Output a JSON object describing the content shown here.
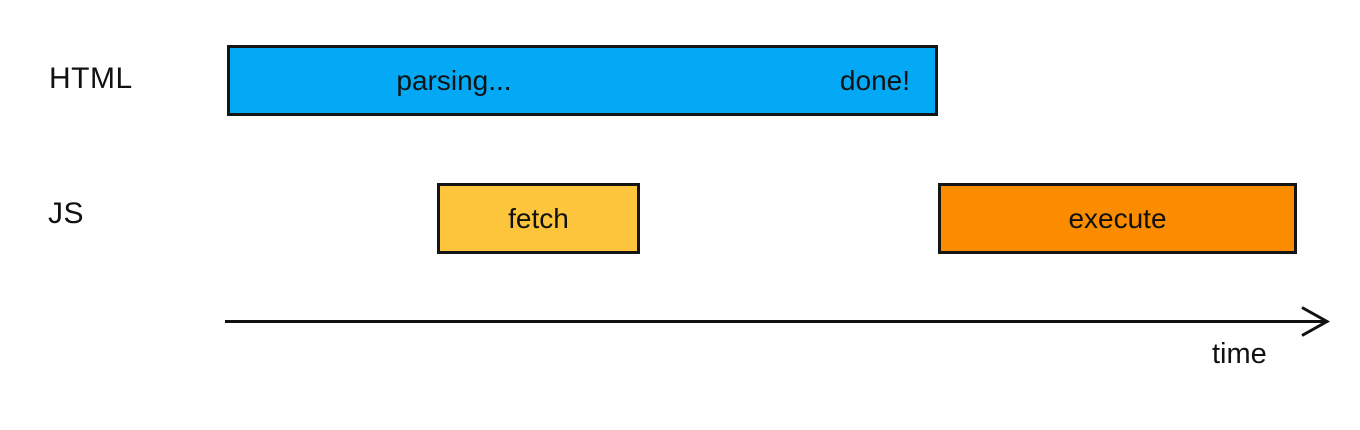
{
  "diagram": {
    "type": "timeline",
    "rows": {
      "html": {
        "label": "HTML"
      },
      "js": {
        "label": "JS"
      }
    },
    "bars": {
      "parsing": {
        "row": "HTML",
        "start_text": "parsing...",
        "end_text": "done!",
        "color": "#03A9F4"
      },
      "fetch": {
        "row": "JS",
        "text": "fetch",
        "color": "#FDC53C"
      },
      "execute": {
        "row": "JS",
        "text": "execute",
        "color": "#FB8C00"
      }
    },
    "axis": {
      "label": "time"
    },
    "colors": {
      "background": "#ffffff",
      "bar_border": "#151515",
      "text": "#111111",
      "axis_line": "#111111"
    }
  }
}
